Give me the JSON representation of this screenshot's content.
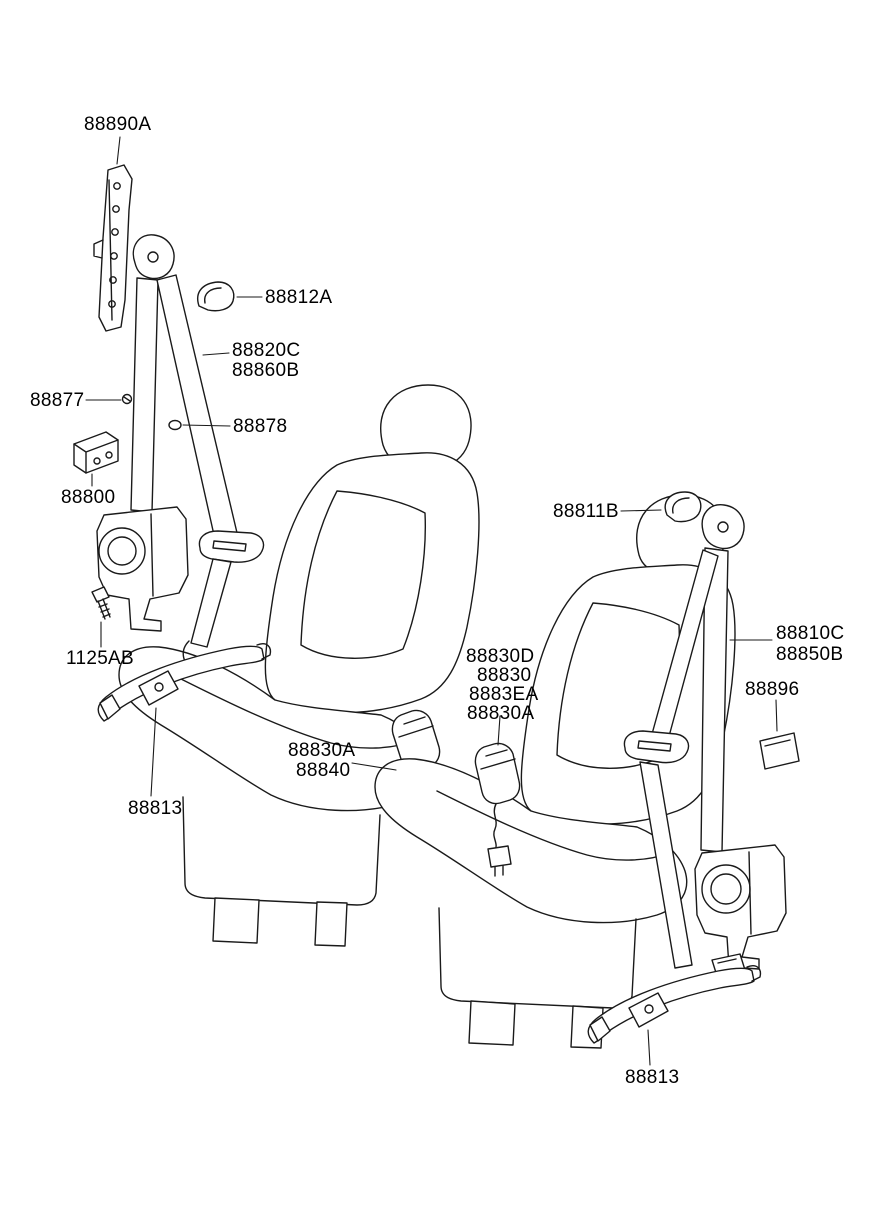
{
  "colors": {
    "background": "#ffffff",
    "line": "#1a1a1a",
    "label_text": "#000000"
  },
  "labels": [
    {
      "text": "88890A"
    },
    {
      "text": "88812A"
    },
    {
      "text": "88820C"
    },
    {
      "text": "88860B"
    },
    {
      "text": "88877"
    },
    {
      "text": "88878"
    },
    {
      "text": "88800"
    },
    {
      "text": "1125AB"
    },
    {
      "text": "88813"
    },
    {
      "text": "88830A"
    },
    {
      "text": "88840"
    },
    {
      "text": "88830D"
    },
    {
      "text": "88830"
    },
    {
      "text": "8883EA"
    },
    {
      "text": "88830A"
    },
    {
      "text": "88811B"
    },
    {
      "text": "88810C"
    },
    {
      "text": "88850B"
    },
    {
      "text": "88896"
    },
    {
      "text": "88813"
    }
  ]
}
